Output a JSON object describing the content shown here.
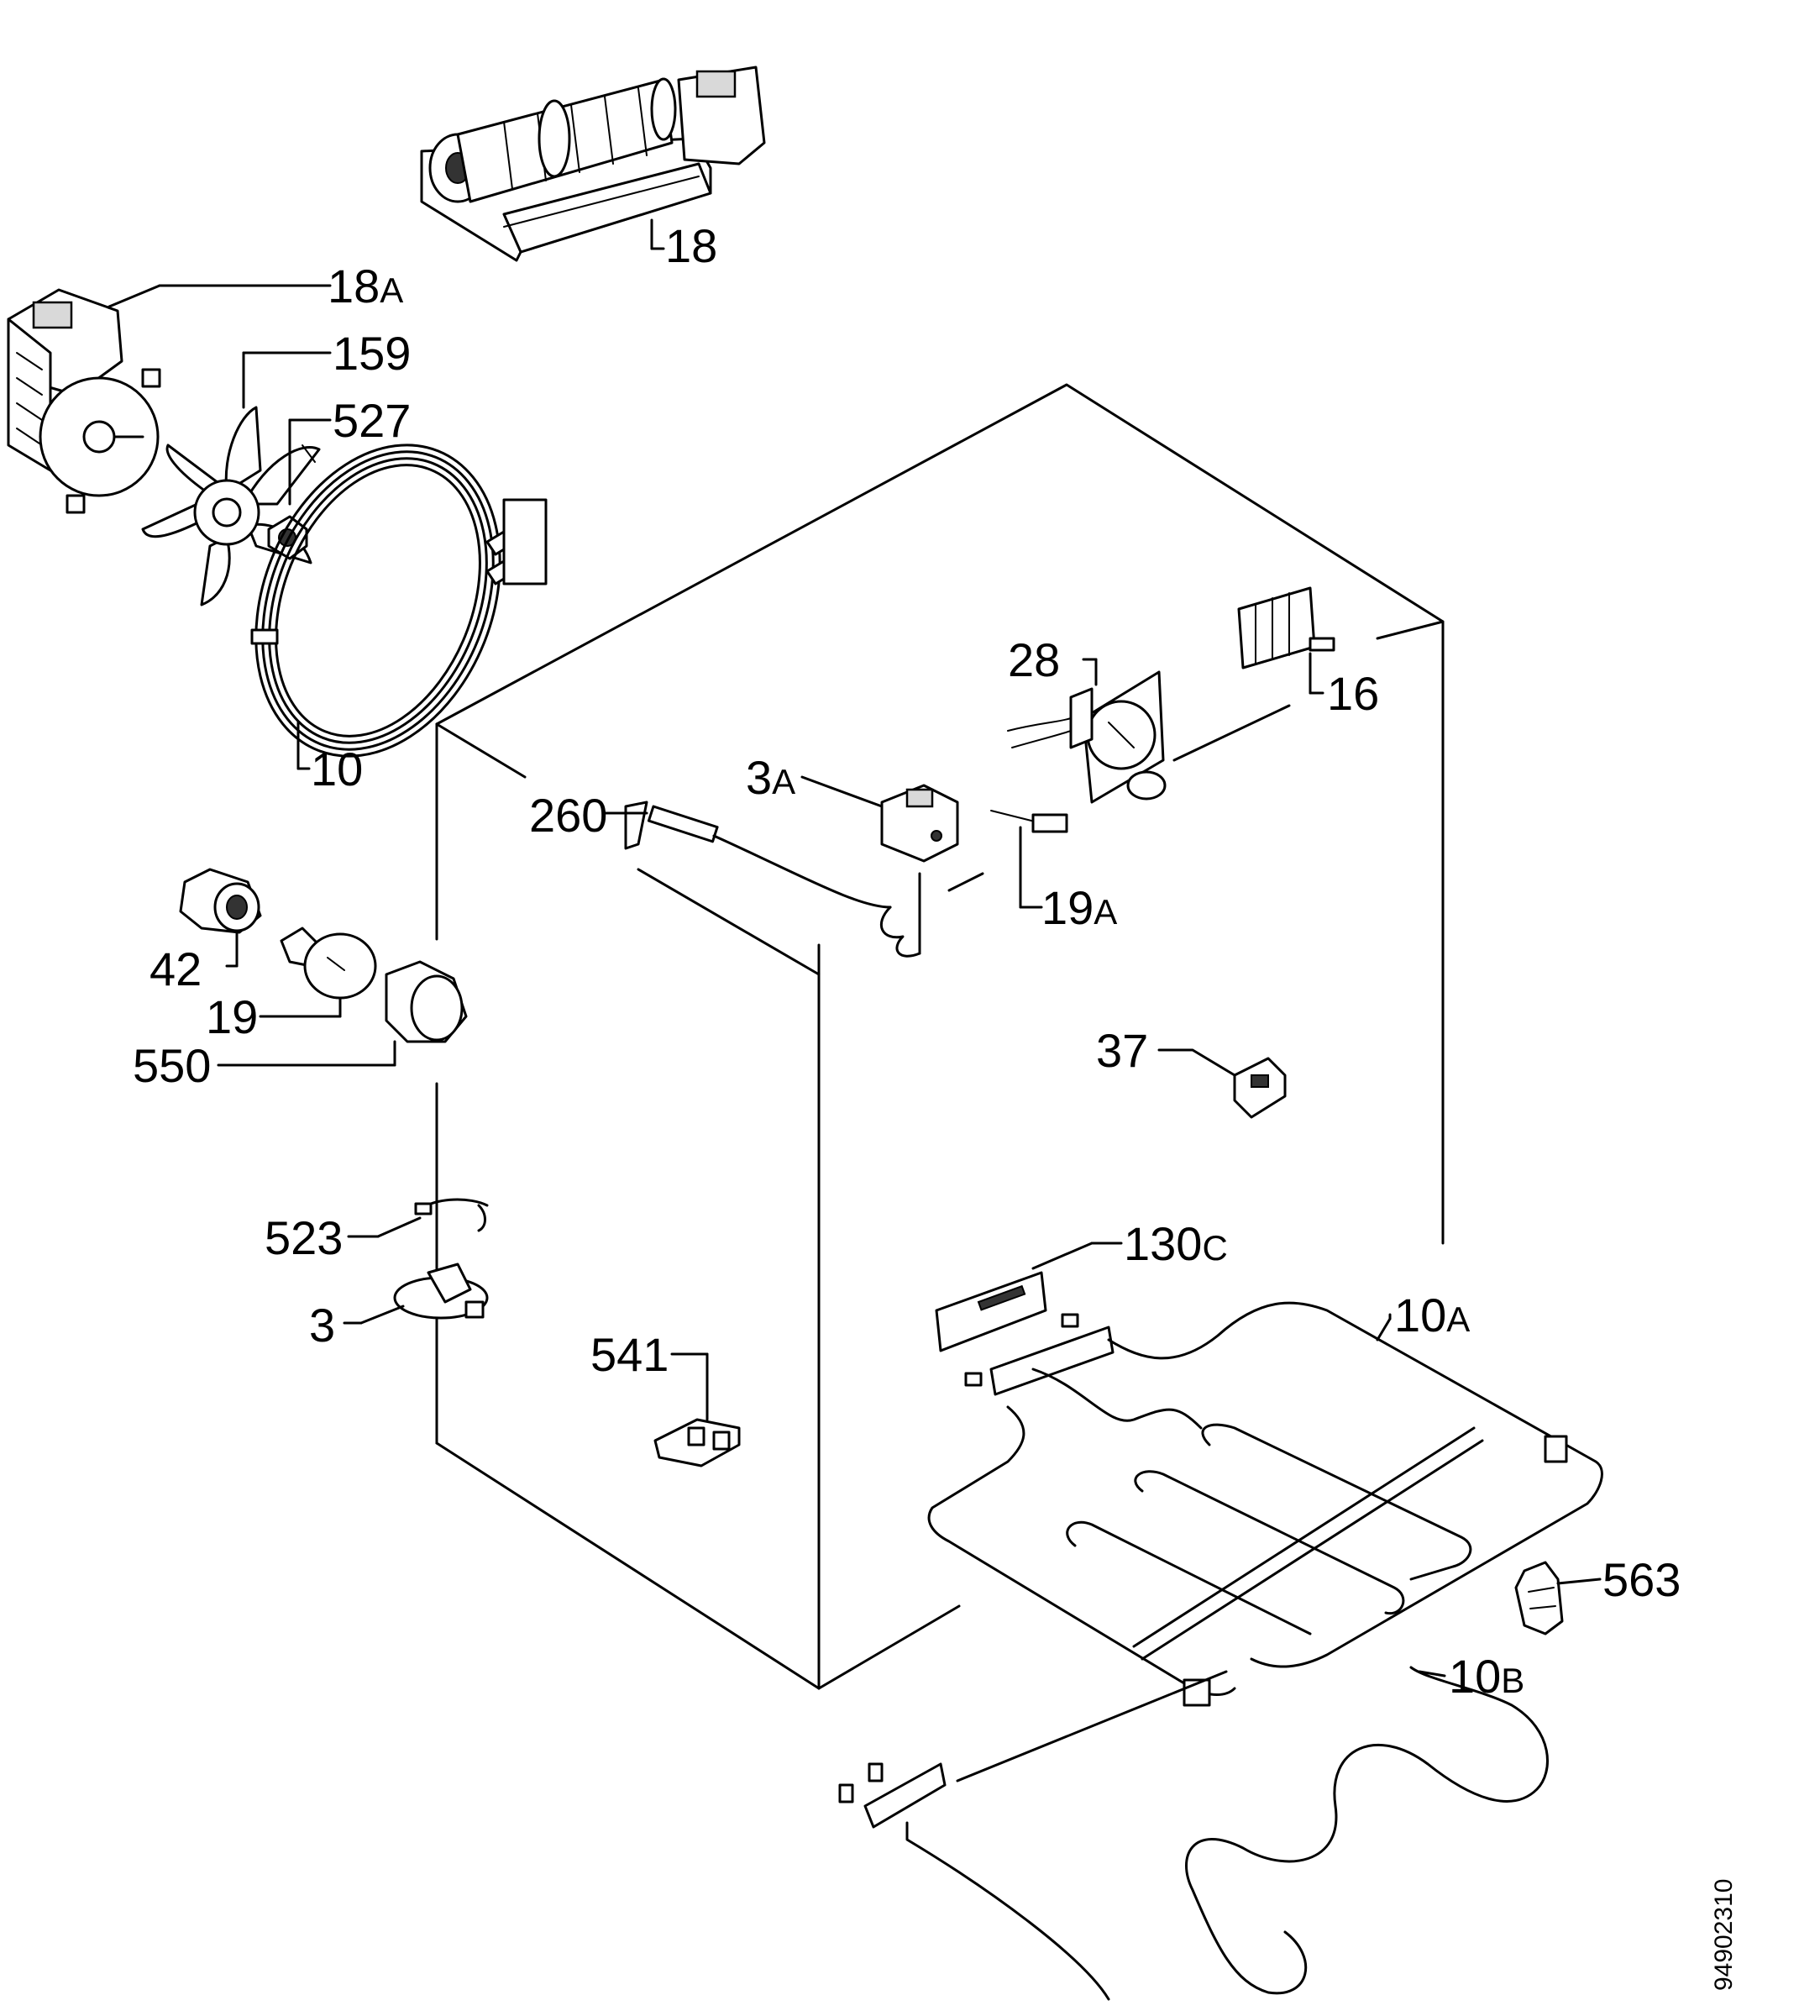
{
  "labels": {
    "p18": "18",
    "p18a": "18",
    "p18a_sub": "A",
    "p159": "159",
    "p527": "527",
    "p10": "10",
    "p28": "28",
    "p16": "16",
    "p3a": "3",
    "p3a_sub": "A",
    "p260": "260",
    "p19a": "19",
    "p19a_sub": "A",
    "p42": "42",
    "p19": "19",
    "p550": "550",
    "p37": "37",
    "p523": "523",
    "p3": "3",
    "p130c": "130",
    "p130c_sub": "C",
    "p10a": "10",
    "p10a_sub": "A",
    "p541": "541",
    "p563": "563",
    "p10b": "10",
    "p10b_sub": "B"
  },
  "document_id": "94902310"
}
